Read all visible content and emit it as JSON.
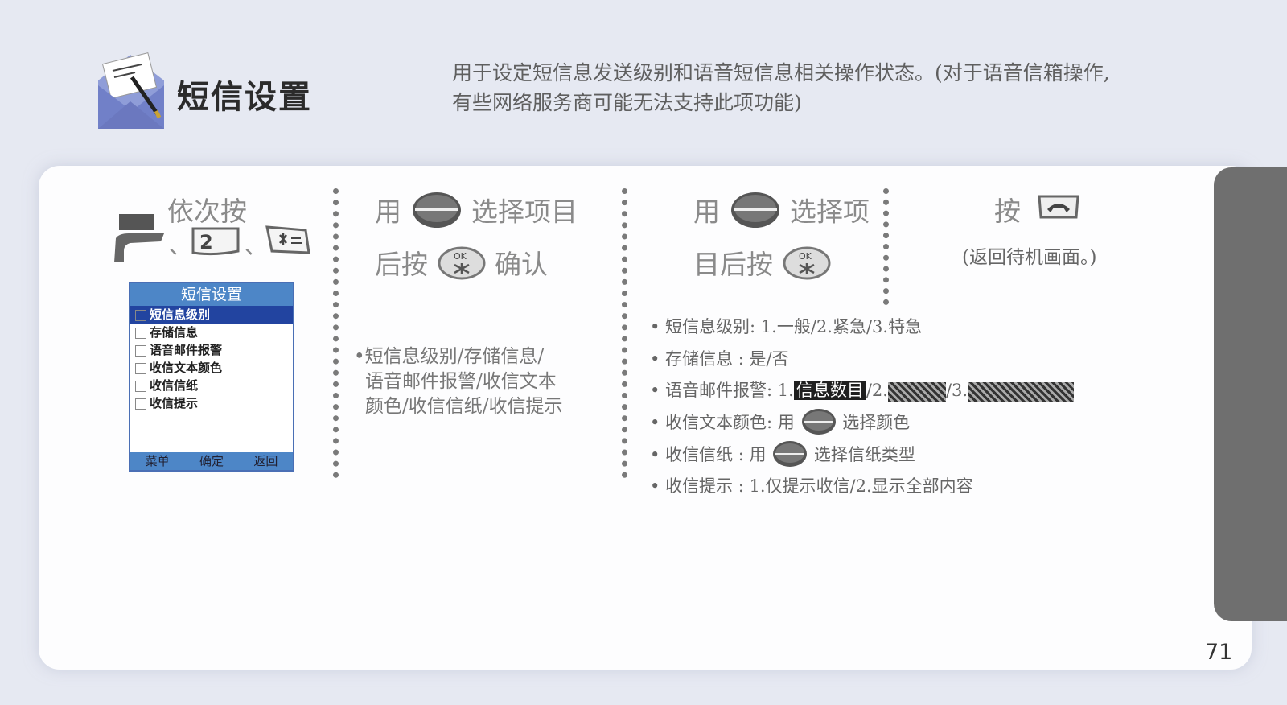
{
  "header": {
    "title": "短信设置",
    "description_line1": "用于设定短信息发送级别和语音短信息相关操作状态。(对于语音信箱操作,",
    "description_line2": "有些网络服务商可能无法支持此项功能)"
  },
  "col1": {
    "label": "依次按",
    "sep1": "、",
    "sep2": "、",
    "key2_text": "2",
    "screen": {
      "title": "短信设置",
      "items": [
        "短信息级别",
        "存储信息",
        "语音邮件报警",
        "收信文本颜色",
        "收信信纸",
        "收信提示"
      ],
      "footer": [
        "菜单",
        "确定",
        "返回"
      ]
    }
  },
  "col2": {
    "line1_a": "用",
    "line1_b": "选择项目",
    "line2_a": "后按",
    "line2_b": "确认",
    "note_line1": "•短信息级别/存储信息/",
    "note_line2": "语音邮件报警/收信文本",
    "note_line3": "颜色/收信信纸/收信提示"
  },
  "col3": {
    "line1_a": "用",
    "line1_b": "选择项",
    "line2_a": "目后按",
    "bullets": {
      "b1": "• 短信息级别: 1.一般/2.紧急/3.特急",
      "b2": "• 存储信息 : 是/否",
      "b3_prefix": "• 语音邮件报警: 1.",
      "b3_highlight": "信息数目",
      "b3_mid": "/2.",
      "b3_mid2": "/3.",
      "b4_a": "• 收信文本颜色: 用",
      "b4_b": "选择颜色",
      "b5_a": "• 收信信纸 : 用",
      "b5_b": "选择信纸类型",
      "b6": "• 收信提示 : 1.仅提示收信/2.显示全部内容"
    }
  },
  "col4": {
    "label": "按",
    "note": "(返回待机画面。)"
  },
  "footer": {
    "page_number": "71"
  }
}
